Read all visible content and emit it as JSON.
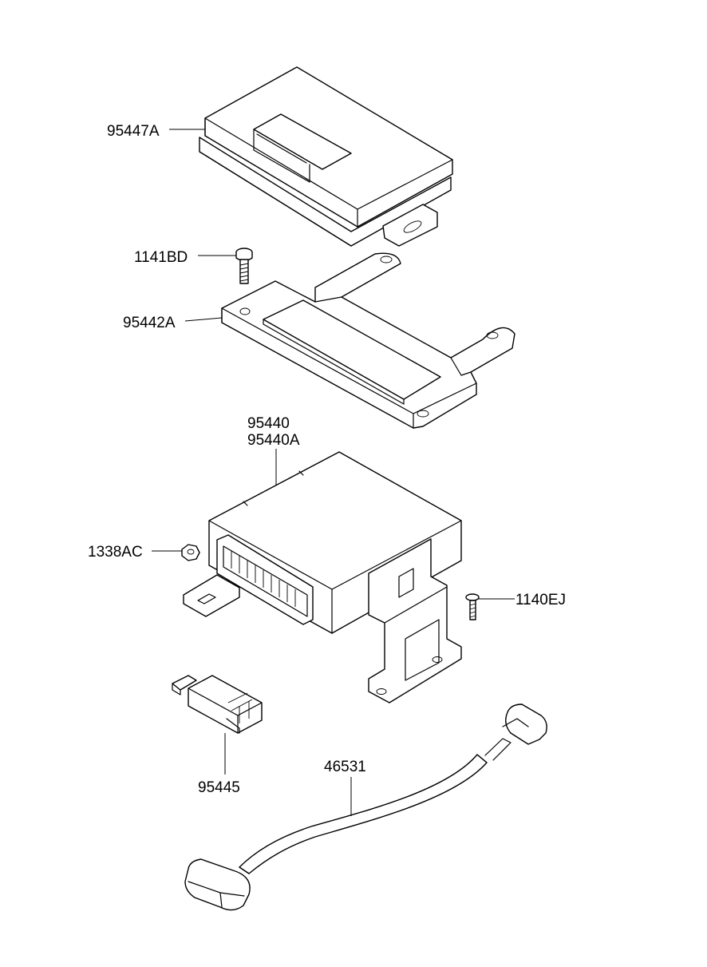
{
  "parts": [
    {
      "id": "cover",
      "part_number": "95447A"
    },
    {
      "id": "bolt-top",
      "part_number": "1141BD"
    },
    {
      "id": "bracket",
      "part_number": "95442A"
    },
    {
      "id": "control-unit",
      "part_number": "95440",
      "alt_part_number": "95440A"
    },
    {
      "id": "nut",
      "part_number": "1338AC"
    },
    {
      "id": "bolt-side",
      "part_number": "1140EJ"
    },
    {
      "id": "relay",
      "part_number": "95445"
    },
    {
      "id": "harness",
      "part_number": "46531"
    }
  ]
}
